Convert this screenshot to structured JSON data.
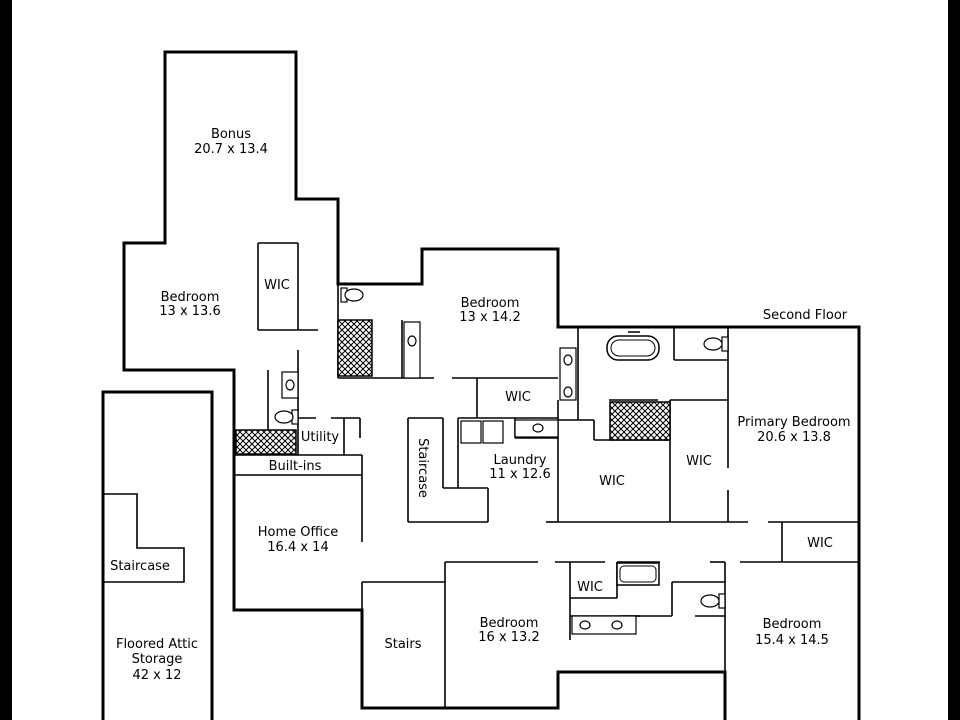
{
  "floor_label": "Second Floor",
  "rooms": {
    "bonus": {
      "name": "Bonus",
      "size": "20.7 x 13.4"
    },
    "bedroom_nw": {
      "name": "Bedroom",
      "size": "13 x 13.6"
    },
    "wic_nw": {
      "name": "WIC"
    },
    "bedroom_n": {
      "name": "Bedroom",
      "size": "13 x 14.2"
    },
    "wic_n": {
      "name": "WIC"
    },
    "utility": {
      "name": "Utility"
    },
    "builtins": {
      "name": "Built-ins"
    },
    "staircase_mid": {
      "name": "Staircase"
    },
    "laundry": {
      "name": "Laundry",
      "size": "11 x 12.6"
    },
    "wic_center": {
      "name": "WIC"
    },
    "wic_primary": {
      "name": "WIC"
    },
    "primary_bedroom": {
      "name": "Primary Bedroom",
      "size": "20.6 x 13.8"
    },
    "wic_east": {
      "name": "WIC"
    },
    "home_office": {
      "name": "Home Office",
      "size": "16.4 x 14"
    },
    "stairs": {
      "name": "Stairs"
    },
    "bedroom_s": {
      "name": "Bedroom",
      "size": "16 x 13.2"
    },
    "wic_s": {
      "name": "WIC"
    },
    "bedroom_se": {
      "name": "Bedroom",
      "size": "15.4 x 14.5"
    },
    "staircase_attic": {
      "name": "Staircase"
    },
    "attic": {
      "name_line1": "Floored Attic",
      "name_line2": "Storage",
      "size": "42 x 12"
    }
  }
}
